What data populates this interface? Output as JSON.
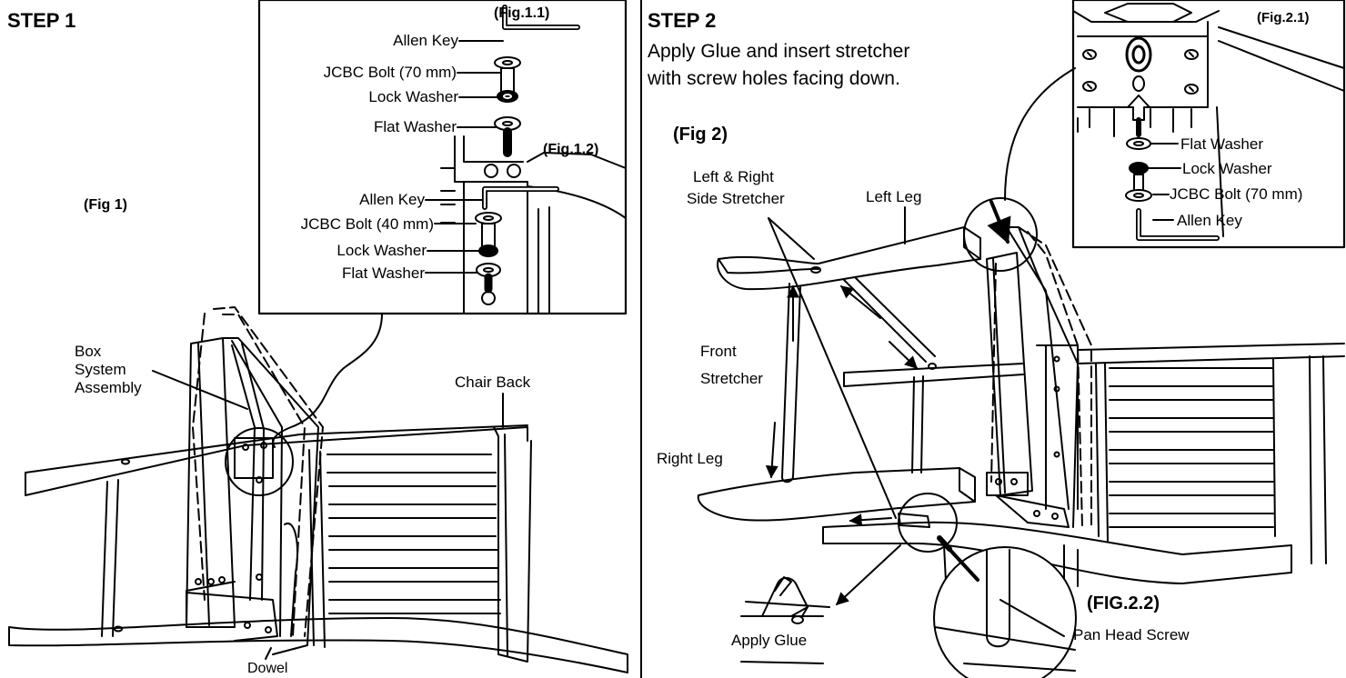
{
  "step1": {
    "title": "STEP 1",
    "fig": "(Fig 1)",
    "detail": {
      "fig_a": "(Fig.1.1)",
      "fig_b": "(Fig.1.2)",
      "labels_a": [
        "Allen Key",
        "JCBC Bolt (70 mm)",
        "Lock Washer",
        "Flat Washer"
      ],
      "labels_b": [
        "Allen Key",
        "JCBC Bolt (40 mm)",
        "Lock Washer",
        "Flat Washer"
      ]
    },
    "box_system": [
      "Box",
      "System",
      "Assembly"
    ],
    "chair_back": "Chair Back",
    "dowel": "Dowel"
  },
  "step2": {
    "title": "STEP 2",
    "instructions": [
      "Apply Glue and insert stretcher",
      "with screw holes facing down."
    ],
    "fig": "(Fig 2)",
    "side_stretcher": [
      "Left & Right",
      "Side Stretcher"
    ],
    "left_leg": "Left Leg",
    "front_stretcher": [
      "Front",
      "Stretcher"
    ],
    "right_leg": "Right Leg",
    "apply_glue": "Apply Glue",
    "fig_22": "(FIG.2.2)",
    "pan_head": "Pan Head Screw",
    "detail": {
      "fig": "(Fig.2.1)",
      "labels": [
        "Flat Washer",
        "Lock Washer",
        "JCBC Bolt (70 mm)",
        "Allen Key"
      ]
    }
  }
}
